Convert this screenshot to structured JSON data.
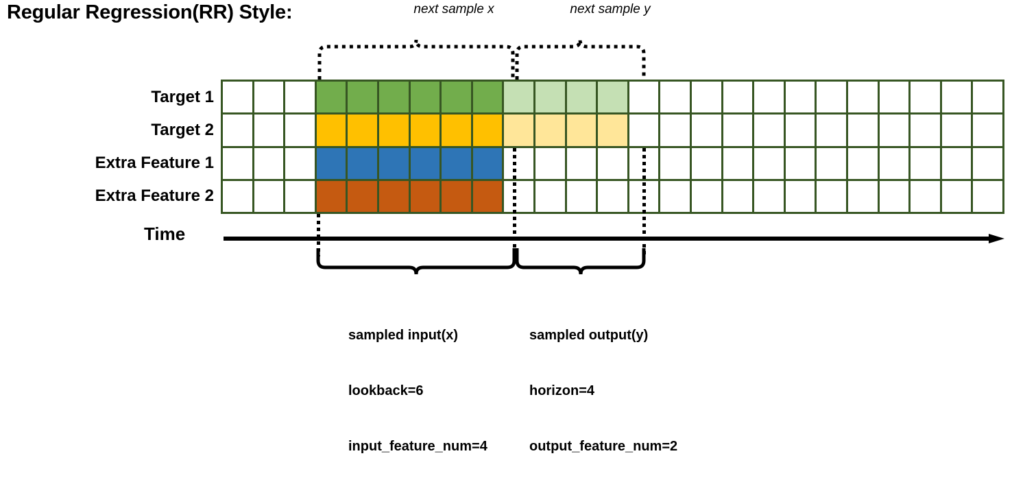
{
  "title": "Regular Regression(RR) Style:",
  "top_brackets": [
    {
      "label": "next sample x",
      "name": "next-sample-x"
    },
    {
      "label": "next sample y",
      "name": "next-sample-y"
    }
  ],
  "rows": [
    {
      "label": "Target 1",
      "name": "target-1"
    },
    {
      "label": "Target 2",
      "name": "target-2"
    },
    {
      "label": "Extra Feature 1",
      "name": "extra-feature-1"
    },
    {
      "label": "Extra Feature 2",
      "name": "extra-feature-2"
    }
  ],
  "axis": {
    "label": "Time"
  },
  "grid": {
    "columns": 25,
    "rows": 4,
    "input_start_col": 3,
    "input_end_col": 9,
    "output_start_col": 9,
    "output_end_col": 13,
    "line_color": "#375623",
    "empty_color": "#ffffff",
    "row_fills": [
      {
        "strong": "#72AD4C",
        "faded": "#C5E0B4"
      },
      {
        "strong": "#FFC000",
        "faded": "#FFE699"
      },
      {
        "strong": "#2E75B6",
        "faded": "#FFFFFF"
      },
      {
        "strong": "#C55A11",
        "faded": "#FFFFFF"
      }
    ],
    "faded_rows": [
      0,
      1
    ]
  },
  "annotations": {
    "input": {
      "title": "sampled input(x)",
      "lines": [
        "lookback=6",
        "input_feature_num=4"
      ]
    },
    "output": {
      "title": "sampled output(y)",
      "lines": [
        "horizon=4",
        "output_feature_num=2"
      ]
    }
  },
  "chart_data": {
    "type": "heatmap",
    "title": "Regular Regression(RR) Style:",
    "categories": [
      "Target 1",
      "Target 2",
      "Extra Feature 1",
      "Extra Feature 2"
    ],
    "x": "time steps (25 cells)",
    "series": [
      {
        "name": "Target 1",
        "values": [
          "empty",
          "empty",
          "empty",
          "input",
          "input",
          "input",
          "input",
          "input",
          "input",
          "output",
          "output",
          "output",
          "output",
          "empty",
          "empty",
          "empty",
          "empty",
          "empty",
          "empty",
          "empty",
          "empty",
          "empty",
          "empty",
          "empty",
          "empty"
        ]
      },
      {
        "name": "Target 2",
        "values": [
          "empty",
          "empty",
          "empty",
          "input",
          "input",
          "input",
          "input",
          "input",
          "input",
          "output",
          "output",
          "output",
          "output",
          "empty",
          "empty",
          "empty",
          "empty",
          "empty",
          "empty",
          "empty",
          "empty",
          "empty",
          "empty",
          "empty",
          "empty"
        ]
      },
      {
        "name": "Extra Feature 1",
        "values": [
          "empty",
          "empty",
          "empty",
          "input",
          "input",
          "input",
          "input",
          "input",
          "input",
          "empty",
          "empty",
          "empty",
          "empty",
          "empty",
          "empty",
          "empty",
          "empty",
          "empty",
          "empty",
          "empty",
          "empty",
          "empty",
          "empty",
          "empty",
          "empty"
        ]
      },
      {
        "name": "Extra Feature 2",
        "values": [
          "empty",
          "empty",
          "empty",
          "input",
          "input",
          "input",
          "input",
          "input",
          "input",
          "empty",
          "empty",
          "empty",
          "empty",
          "empty",
          "empty",
          "empty",
          "empty",
          "empty",
          "empty",
          "empty",
          "empty",
          "empty",
          "empty",
          "empty",
          "empty"
        ]
      }
    ],
    "lookback": 6,
    "horizon": 4,
    "input_feature_num": 4,
    "output_feature_num": 2,
    "grid": true,
    "legend": "none"
  }
}
